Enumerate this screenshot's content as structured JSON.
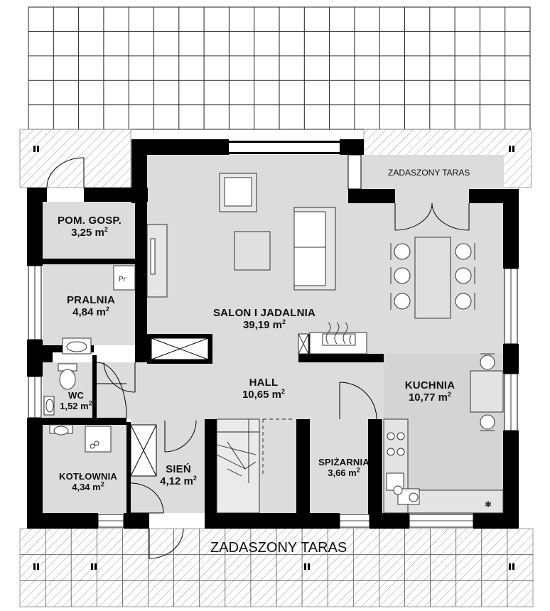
{
  "m2_unit": "m",
  "m2_exp": "2",
  "rooms": [
    {
      "id": "pom-gosp",
      "name": "POM. GOSP.",
      "area": "3,25"
    },
    {
      "id": "pralnia",
      "name": "PRALNIA",
      "area": "4,84"
    },
    {
      "id": "salon",
      "name": "SALON I JADALNIA",
      "area": "39,19"
    },
    {
      "id": "hall",
      "name": "HALL",
      "area": "10,65"
    },
    {
      "id": "kuchnia",
      "name": "KUCHNIA",
      "area": "10,77"
    },
    {
      "id": "wc",
      "name": "WC",
      "area": "1,52"
    },
    {
      "id": "kotlownia",
      "name": "KOTŁOWNIA",
      "area": "4,34"
    },
    {
      "id": "sien",
      "name": "SIEŃ",
      "area": "4,12"
    },
    {
      "id": "spizarnia",
      "name": "SPIŻARNIA",
      "area": "3,66"
    }
  ],
  "terraces": {
    "top": "ZADASZONY TARAS",
    "bottom": "ZADASZONY TARAS"
  },
  "fixtures": {
    "laundry_mark": "Pr",
    "fridge_mark": "✱"
  },
  "colors": {
    "wall": "#000000",
    "floor": "#dcdcdc",
    "kitchen_floor": "#d4d4d4",
    "terrace_grid": "#222222",
    "hatch": "#9a9a9a",
    "furniture_stroke": "#333333"
  }
}
